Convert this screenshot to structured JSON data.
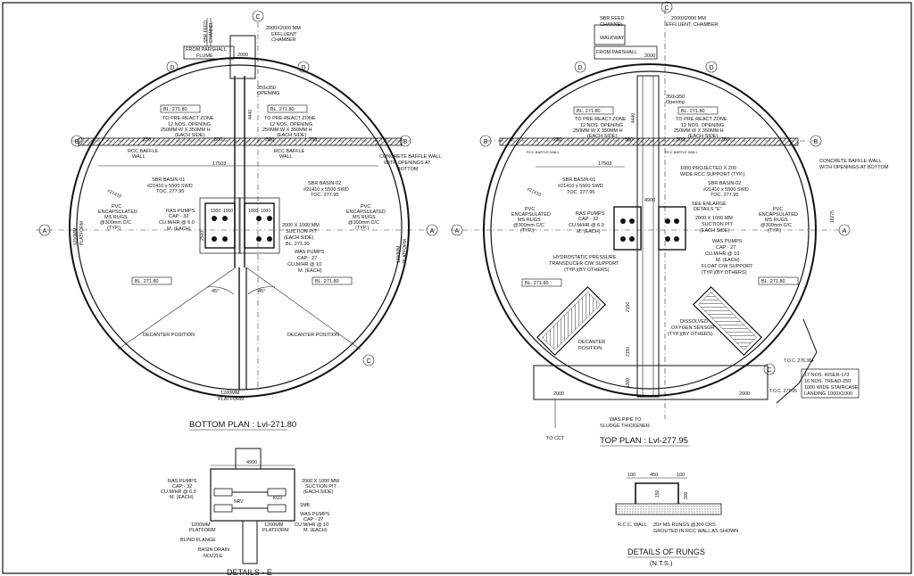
{
  "sections": {
    "bottom_plan": {
      "title": "BOTTOM PLAN : Lvl-271.80"
    },
    "top_plan": {
      "title": "TOP PLAN : Lvl-277.95"
    },
    "details_e": {
      "title": "DETAILS - E"
    },
    "details_rungs": {
      "title": "DETAILS OF RUNGS",
      "subtitle": "(N.T.S.)"
    }
  },
  "grid_markers": {
    "a": "A",
    "b": "B",
    "c": "C",
    "d": "D"
  },
  "bottom": {
    "sbr_feed": "SBR FEED",
    "channel": "CHANNEL",
    "chamber_l1": "2000X2000 MM",
    "chamber_l2": "EFFLUENT",
    "chamber_l3": "CHAMBER",
    "parshall_l1": "FROM PARSHALL",
    "parshall_l2": "FLUME",
    "dim_2000": "2000",
    "dim_4440": "4440",
    "opening_l1": "350x350",
    "opening_l2": "OPENING",
    "bl_label": "BL. 271.80",
    "to_prereact": "TO PRE-REACT ZONE",
    "nos_opening": "12 NOS. OPENING",
    "opening_size": "250MM W X 350MM H",
    "each_side": "(EACH SIDE)",
    "dim_250": "250",
    "dim_500": "500",
    "baffle_l1": "RCC BAFFLE",
    "baffle_l2": "WALL",
    "dim_17503": "17503",
    "concrete_baffle_l1": "CONCRETE BAFFLE WALL",
    "concrete_baffle_l2": "WITH OPENINGS AT",
    "concrete_baffle_l3": "BOTTOM",
    "basin1": "SBR BASIN-01",
    "basin2": "SBR BASIN-02",
    "basin_size": "#21410 x 5500 SWD",
    "toc": "TOC. 277.95",
    "dim_21410": "#21410",
    "pvc_l1": "PVC",
    "pvc_l2": "ENCAPSULATED",
    "pvc_l3": "MS RUGS",
    "pvc_l4": "@300mm C/C",
    "pvc_l5": "(TYP.)",
    "ras_l1": "RAS PUMPS",
    "ras_l2": "CAP:- 32",
    "ras_l3": "CU.M/HR @ 6.0",
    "ras_l4": "M. (EACH)",
    "dim_1000": "1000",
    "dim_2500": "2500",
    "suction_l1": "2000 X 1000 MM",
    "suction_l2": "SUCTION PIT",
    "suction_l3": "(EACH SIDE)",
    "bl_pit": "BL. 271.30",
    "was_l1": "WAS PUMPS",
    "was_l2": "CAP:- 27",
    "was_l3": "CU.M/HR @ 10",
    "was_l4": "M. (EACH)",
    "platform_l1": "1200MM",
    "platform_l2": "PLATFORM",
    "angle": "45°",
    "decanter": "DECANTER POSITION"
  },
  "top": {
    "sbr_feed": "SBR FEED",
    "channel": "CHANNEL",
    "chamber_l1": "2000X2000 MM",
    "chamber_l2": "EFFLUENT. CHAMBER",
    "walkway": "WALKWAY",
    "parshall": "FROM PARSHALL",
    "dim_2000": "2000",
    "opening_l1": "350x350",
    "opening_l2": "Opening",
    "dim_4440": "4440",
    "bl_label": "BL. 271.80",
    "to_prereact": "TO PRE-REACT ZONE",
    "nos_opening": "12 NOS. OPENING",
    "opening_size": "250MM W X 350MM H",
    "each_side": "(EACH SIDE)",
    "dim_250": "250",
    "dim_500": "500",
    "rcc_baffle": "RCC BAFFLE WALL",
    "dim_17503": "17503",
    "projected_l1": "1000 PROJECTED X 200",
    "projected_l2": "WIDE RCC SUPPORT (TYP.)",
    "concrete_baffle_l1": "CONCRETE BAFFLE WALL",
    "concrete_baffle_l2": "WITH OPENINGS AT BOTTOM",
    "dim_18275": "18275",
    "basin1": "SBR BASIN-01",
    "basin2": "SBR BASIN-02",
    "basin_size": "#21410 x 5500 SWD",
    "toc": "TOC. 277.95",
    "dim_21410": "#21410",
    "dim_4900": "4900",
    "pvc_l1": "PVC",
    "pvc_l2": "ENCAPSULATED",
    "pvc_l3": "MS RUGS",
    "pvc_l4": "@300mm C/C",
    "pvc_l5": "(TYP.)",
    "ras_l1": "RAS PUMPS",
    "ras_l2": "CAP:- 32",
    "ras_l3": "CU.M/HR @ 6.0",
    "ras_l4": "M. (EACH)",
    "enlarge_l1": "SEE ENLARGE",
    "enlarge_l2": "DETAILS \"E\"",
    "suction_l1": "2000 X 1000 MM",
    "suction_l2": "SUCTION PIT",
    "suction_l3": "(EACH SIDE)",
    "was_l1": "WAS PUMPS",
    "was_l2": "CAP:- 27",
    "was_l3": "CU.M/HR @ 10",
    "was_l4": "M. (EACH)",
    "hydro_l1": "HYDROSTATIC PRESSURE",
    "hydro_l2": "TRANSDUCER C/W SUPPORT",
    "hydro_l3": "(TYP.)(BY OTHERS)",
    "float_l1": "FLOAT C/W SUPPORT",
    "float_l2": "(TYP.)(BY OTHERS)",
    "dissolved_l1": "DISSOLVED",
    "dissolved_l2": "OXYGEN SENSOR",
    "dissolved_l3": "(TYP.)(BY OTHERS)",
    "decanter_l1": "DECANTER",
    "decanter_l2": "POSITION",
    "dim_2150": "2150",
    "dim_1300": "1300",
    "toc_276": "T.O.C. 276.384",
    "toc_277": "T.O.C. 277.95",
    "stair_l1": "17 NOS. RISER-173",
    "stair_l2": "16 NOS. TREAD-250",
    "stair_l3": "1000 WIDE STAIRCASE",
    "stair_l4": "LANDING 1000X1000",
    "was_pipe_l1": "WAS PIPE TO",
    "was_pipe_l2": "SLUDGE THICKENER",
    "to_cct": "TO CCT"
  },
  "details_e": {
    "dim_4900": "4900",
    "ras_l1": "RAS PUMPS",
    "ras_l2": "CAP:- 32",
    "ras_l3": "CU.M/HR @ 6.0",
    "ras_l4": "M. (EACH)",
    "suction_l1": "2000 X 1000 MM",
    "suction_l2": "SUCTION PIT",
    "suction_l3": "(EACH SIDE)",
    "kgv": "KGV",
    "nrv": "NRV",
    "smb": "SMB",
    "was_l1": "WAS PUMPS",
    "was_l2": "CAP:- 27",
    "was_l3": "CU.M/HR @ 10",
    "was_l4": "M. (EACH)",
    "platform_l1": "1200MM",
    "platform_l2": "PLATFORM",
    "blind": "BLIND FLANGE",
    "basin_drain_l1": "BASIN DRAIN",
    "basin_drain_l2": "NOZZLE"
  },
  "rungs": {
    "dim_100": "100",
    "dim_450": "450",
    "dim_150": "150",
    "dim_300": "300",
    "rcc_wall": "R.C.C. WALL",
    "note_l1": "20# MS RUNGS @300 CRS",
    "note_l2": "GROUTED IN RCC WALL AS SHOWN"
  }
}
